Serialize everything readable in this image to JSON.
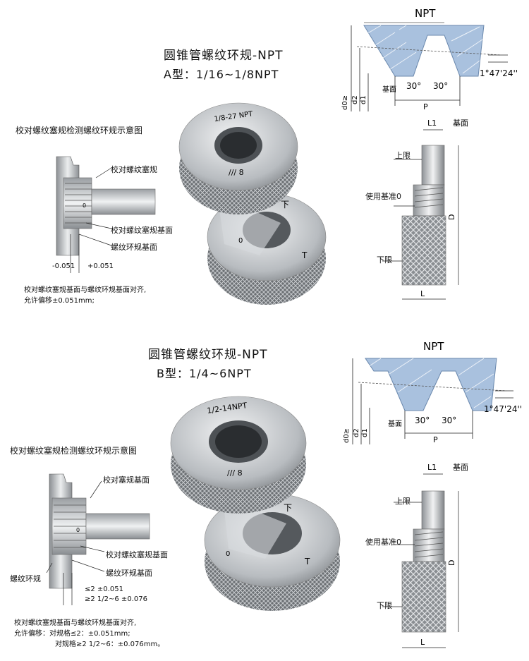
{
  "colors": {
    "thread_fill": "#a9c1de",
    "steel_light": "#e4e6e8",
    "steel_dark": "#7e8286",
    "line": "#222222"
  },
  "section_a": {
    "title": "圆锥管螺纹环规-NPT",
    "subtitle": "A型：1/16~1/8NPT",
    "check_title": "校对螺纹塞规检测螺纹环规示意图",
    "callout_plug": "校对螺纹塞规",
    "callout_plug_base": "校对螺纹塞规基面",
    "callout_ring_base": "螺纹环规基面",
    "dev_minus": "-0.051",
    "dev_plus": "+0.051",
    "note_line1": "校对螺纹塞规基面与螺纹环规基面对齐,",
    "note_line2": "允许偏移±0.051mm;",
    "ring_marking": "1/8-27 NPT",
    "ring_marking2": "/// 8",
    "ring_side_0": "0",
    "ring_side_lower": "下",
    "ring_side_t": "T"
  },
  "section_b": {
    "title": "圆锥管螺纹环规-NPT",
    "subtitle": "B型：1/4~6NPT",
    "check_title": "校对螺纹塞规检测螺纹环规示意图",
    "callout_plug_base": "校对塞规基面",
    "callout_check_base": "校对螺纹塞规基面",
    "callout_ring_base": "螺纹环规基面",
    "callout_ring": "螺纹环规",
    "tol_line1": "≤2  ±0.051",
    "tol_line2": "≥2  1/2~6  ±0.076",
    "note_line1": "校对螺纹塞规基面与螺纹环规基面对齐,",
    "note_line2": "允许偏移：对规格≤2：±0.051mm;",
    "note_line3": "对规格≥2  1/2~6：±0.076mm。",
    "ring_marking": "1/2-14NPT",
    "ring_marking2": "/// 8",
    "ring_side_0": "0",
    "ring_side_lower": "下",
    "ring_side_t": "T"
  },
  "npt_diagram": {
    "title": "NPT",
    "angle_left": "30°",
    "angle_right": "30°",
    "taper": "1°47'24''",
    "pitch": "P",
    "base": "基面",
    "d0": "d0≥",
    "d2": "d2",
    "d1": "d1"
  },
  "ring_section": {
    "l1": "L1",
    "base": "基面",
    "upper": "上限",
    "zero": "使用基准0",
    "lower": "下限",
    "d": "D",
    "l": "L"
  }
}
